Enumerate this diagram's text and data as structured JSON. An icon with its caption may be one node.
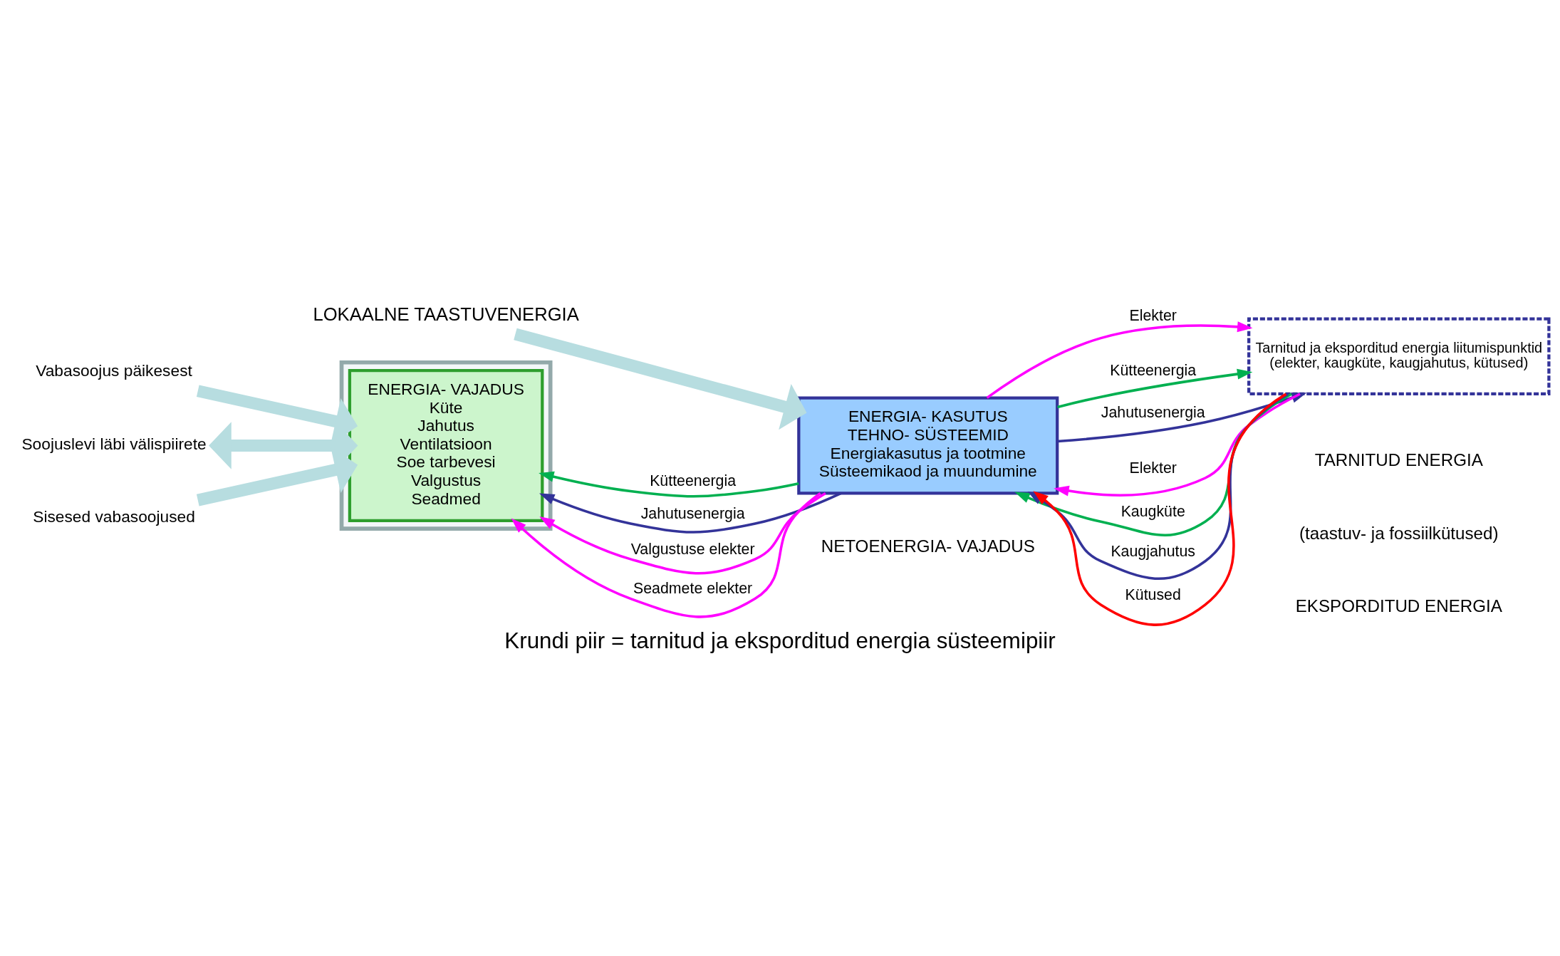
{
  "diagram": {
    "caption": "Krundi piir = tarnitud ja eksporditud energia süsteemipiir",
    "nodes": [
      {
        "text": [
          "LOKAALNE TAASTUVENERGIA"
        ]
      },
      {
        "text": [],
        "shape": "house"
      },
      {
        "text": [
          "ENERGIA- VAJADUS",
          "Küte",
          "Jahutus",
          "Ventilatsioon",
          "Soe tarbevesi",
          "Valgustus",
          "Seadmed"
        ],
        "in": 1
      },
      {
        "text": [
          "ENERGIA- KASUTUS",
          "TEHNO- SÜSTEEMID",
          "Energiakasutus ja tootmine",
          "Süsteemikaod ja muundumine"
        ]
      },
      {
        "text": [
          "Vabasoojus päikesest"
        ]
      },
      {
        "text": [
          "Soojuslevi läbi välispiirete"
        ]
      },
      {
        "text": [
          "Sisesed vabasoojused"
        ]
      },
      {
        "text": [
          "Tarnitud ja eksporditud energia liitumispunktid",
          "(elekter, kaugküte, kaugjahutus, kütused)"
        ]
      }
    ],
    "edges": [
      {
        "from": 0,
        "to": 3,
        "arrow": "to",
        "style": "thick",
        "color": "#b7dde0"
      },
      {
        "from": 4,
        "to": 2,
        "arrow": "to",
        "style": "thick",
        "color": "#b7dde0"
      },
      {
        "from": 5,
        "to": 2,
        "arrow": "both",
        "style": "thick",
        "color": "#b7dde0"
      },
      {
        "from": 6,
        "to": 2,
        "arrow": "to",
        "style": "thick",
        "color": "#b7dde0"
      },
      {
        "from": 3,
        "to": 2,
        "arrow": "to",
        "label": "Kütteenergia",
        "color": "#00b050"
      },
      {
        "from": 3,
        "to": 2,
        "arrow": "to",
        "label": "Jahutusenergia",
        "color": "#333399"
      },
      {
        "from": 3,
        "to": 2,
        "arrow": "to",
        "label": "Valgustuse elekter",
        "color": "#ff00ff"
      },
      {
        "from": 3,
        "to": 2,
        "arrow": "to",
        "label": "Seadmete elekter",
        "color": "#ff00ff"
      },
      {
        "from": 7,
        "to": 3,
        "arrow": "to",
        "label": "Elekter",
        "color": "#ff00ff"
      },
      {
        "from": 7,
        "to": 3,
        "arrow": "to",
        "label": "Kaugküte",
        "color": "#00b050"
      },
      {
        "from": 7,
        "to": 3,
        "arrow": "to",
        "label": "Kaugjahutus",
        "color": "#333399"
      },
      {
        "from": 7,
        "to": 3,
        "arrow": "to",
        "label": "Kütused",
        "color": "#ff0000"
      },
      {
        "from": 3,
        "to": 7,
        "arrow": "to",
        "label": "Elekter",
        "color": "#ff00ff"
      },
      {
        "from": 3,
        "to": 7,
        "arrow": "to",
        "label": "Kütteenergia",
        "color": "#00b050"
      },
      {
        "from": 3,
        "to": 7,
        "arrow": "to",
        "label": "Jahutusenergia",
        "color": "#333399"
      }
    ],
    "labels": [
      "NETOENERGIA- VAJADUS",
      "TARNITUD ENERGIA",
      "(taastuv- ja fossiilkütused)",
      "EKSPORDITUD ENERGIA"
    ]
  }
}
